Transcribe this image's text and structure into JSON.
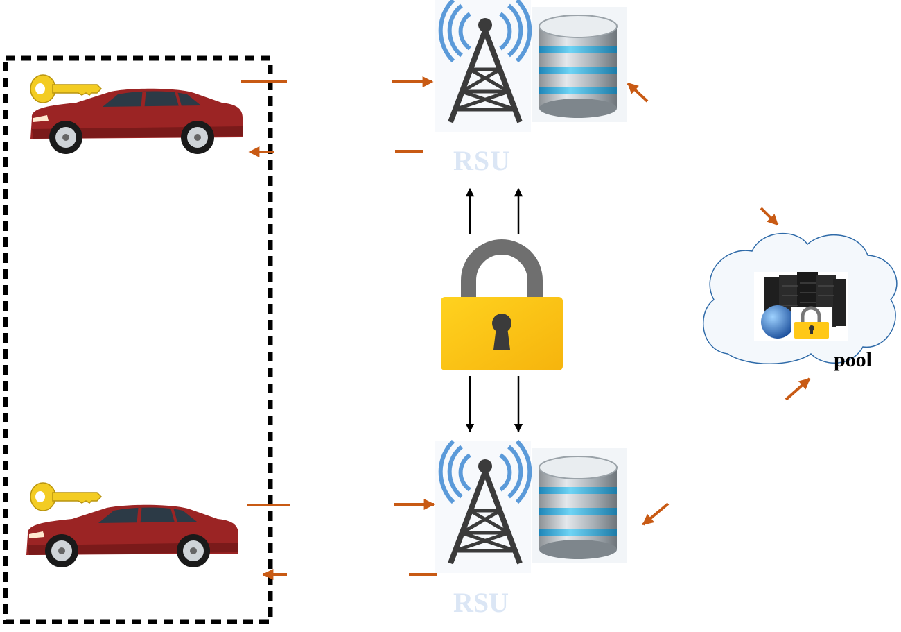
{
  "rsu_top": {
    "label": "RSU"
  },
  "rsu_bottom": {
    "label": "RSU"
  },
  "cloud": {
    "label": "pool"
  },
  "colors": {
    "arrow_orange": "#c85a14",
    "arrow_black": "#000000",
    "car_red": "#9b2424",
    "key_yellow": "#f3cc23",
    "lock_yellow": "#ffc817",
    "tower_gray": "#3b3b3b",
    "signal_blue": "#5b9ad9",
    "db_blue": "#3fb3e0",
    "cloud_stroke": "#2e6aa8"
  }
}
